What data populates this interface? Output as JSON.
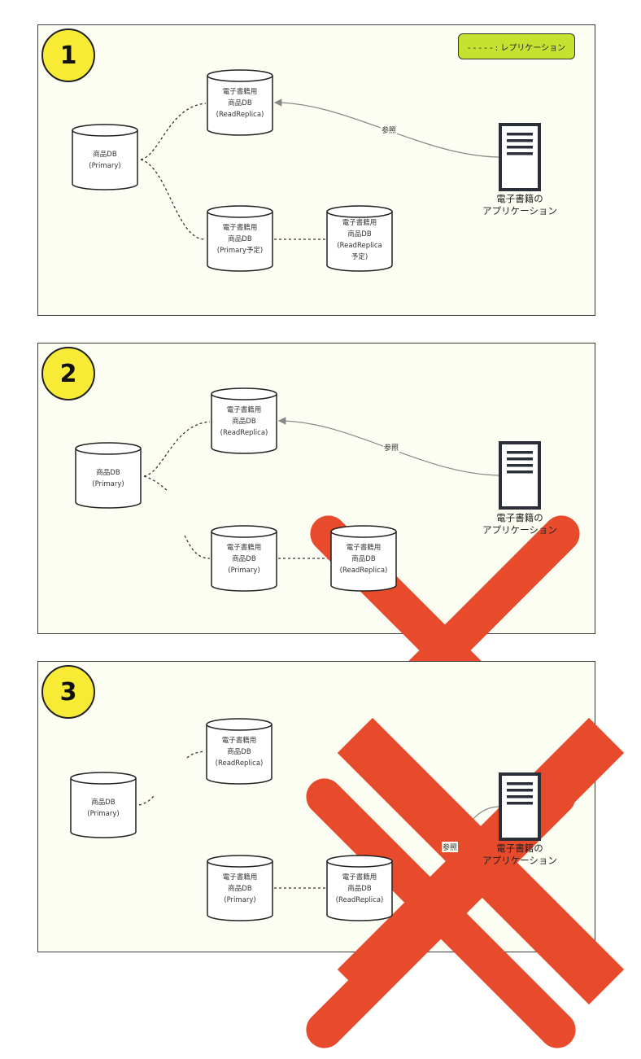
{
  "legend": {
    "label": "- - - - - : レプリケーション"
  },
  "edge_label": "参照",
  "server_label": "電子書籍の\nアプリケーション",
  "panels": [
    {
      "number": "1",
      "primary_db": "商品DB\n(Primary)",
      "replica_db": "電子書籍用\n商品DB\n(ReadReplica)",
      "new_primary_db": "電子書籍用\n商品DB\n(Primary予定)",
      "new_replica_db": "電子書籍用\n商品DB\n(ReadReplica\n予定)"
    },
    {
      "number": "2",
      "primary_db": "商品DB\n(Primary)",
      "replica_db": "電子書籍用\n商品DB\n(ReadReplica)",
      "new_primary_db": "電子書籍用\n商品DB\n(Primary)",
      "new_replica_db": "電子書籍用\n商品DB\n(ReadReplica)"
    },
    {
      "number": "3",
      "primary_db": "商品DB\n(Primary)",
      "replica_db": "電子書籍用\n商品DB\n(ReadReplica)",
      "new_primary_db": "電子書籍用\n商品DB\n(Primary)",
      "new_replica_db": "電子書籍用\n商品DB\n(ReadReplica)"
    }
  ],
  "colors": {
    "panel_bg": "#fdfef3",
    "badge": "#f8eb35",
    "legend": "#c6e230",
    "cross": "#e84a2c"
  }
}
